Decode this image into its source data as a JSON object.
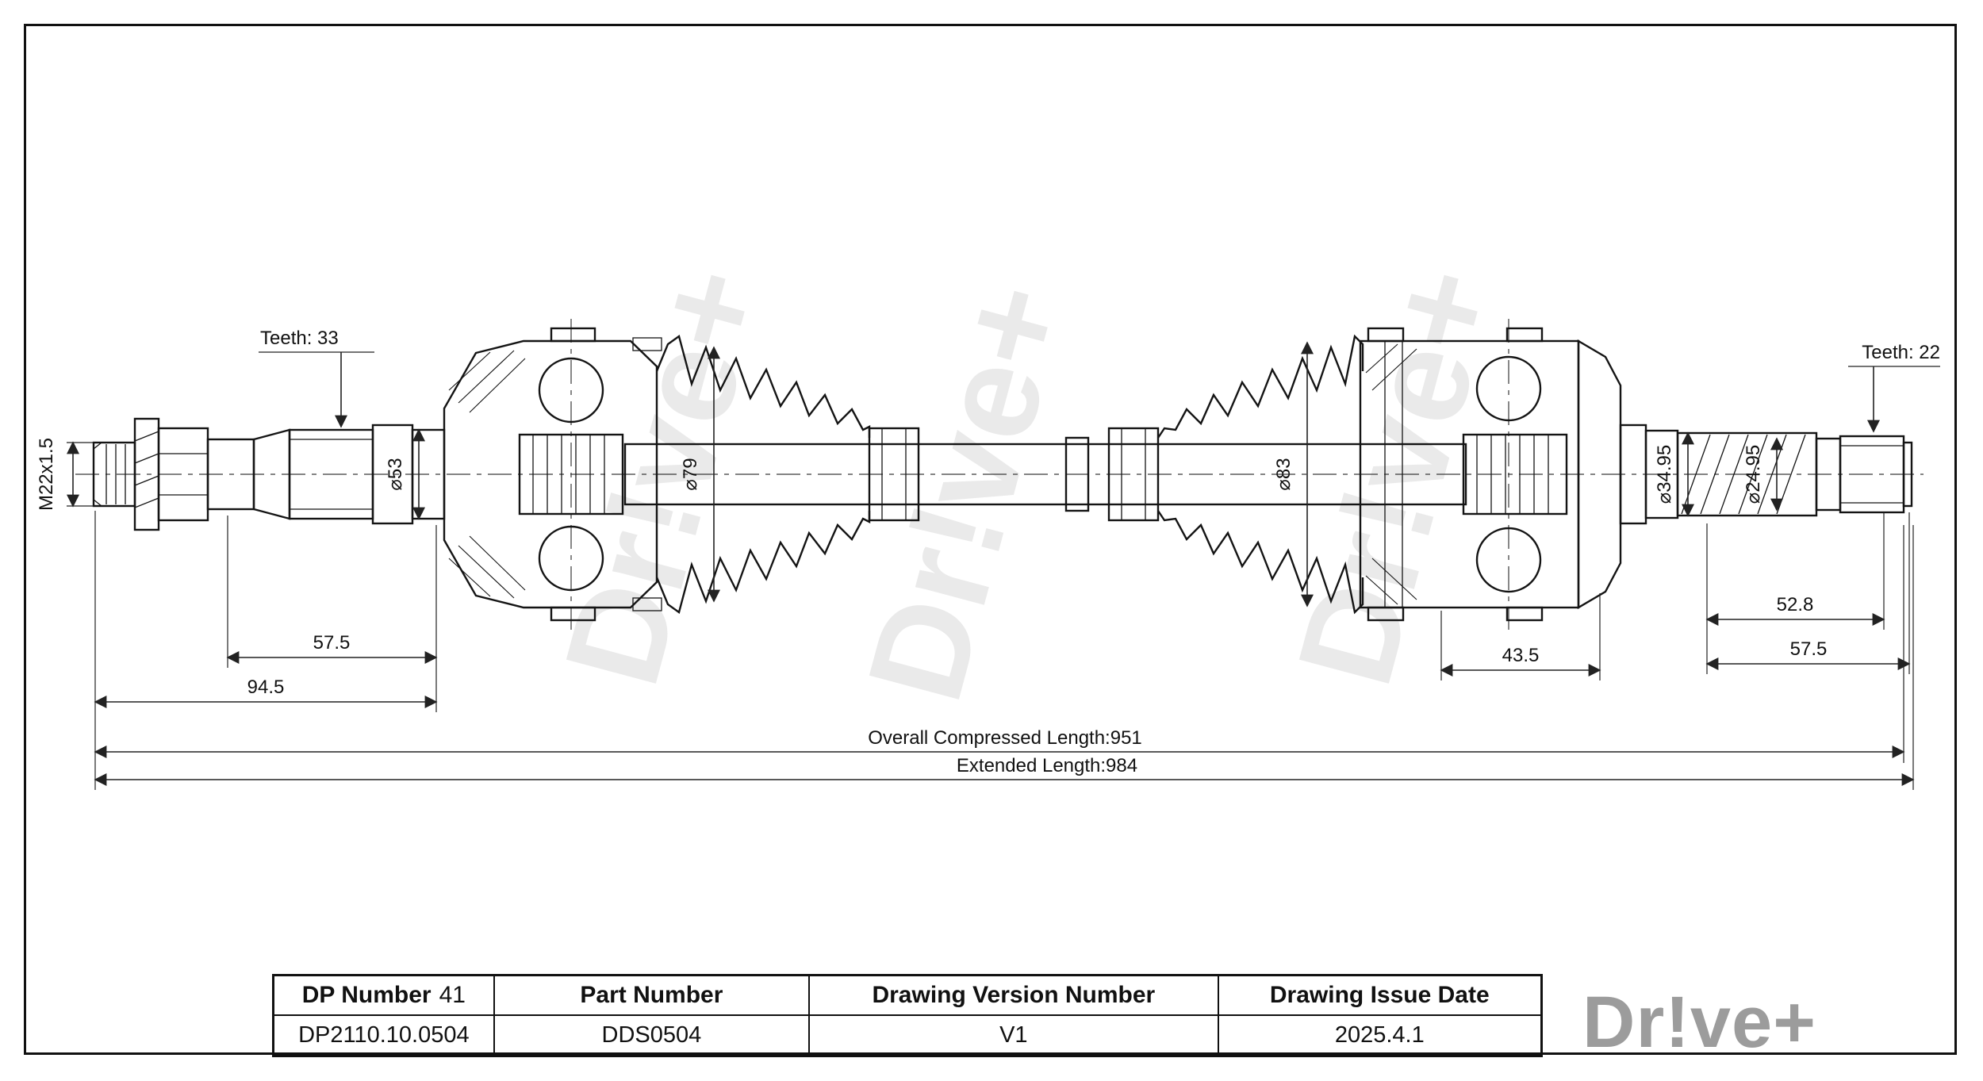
{
  "drawing": {
    "watermark": "Dr!ve+",
    "labels": {
      "teeth_left": "Teeth: 33",
      "thread_spec": "M22x1.5",
      "shaft_diameter": "⌀53",
      "left_boot_diameter": "⌀79",
      "right_boot_diameter": "⌀83",
      "stub_diameter": "⌀34.95",
      "spline_diameter": "⌀24.95",
      "teeth_right": "Teeth: 22"
    },
    "dimensions": {
      "left_spline_length": "57.5",
      "left_end_length": "94.5",
      "right_joint_length": "43.5",
      "right_spline_length": "52.8",
      "right_end_length": "57.5",
      "overall_length": "Overall Compressed Length:951",
      "extended_length": "Extended Length:984"
    }
  },
  "title_block": {
    "columns": [
      {
        "header": "DP Number",
        "header_value": "41",
        "value": "DP2110.10.0504"
      },
      {
        "header": "Part Number",
        "value": "DDS0504"
      },
      {
        "header": "Drawing Version Number",
        "value": "V1"
      },
      {
        "header": "Drawing Issue Date",
        "value": "2025.4.1"
      }
    ]
  },
  "brand": {
    "logo": "Dr!ve+"
  }
}
